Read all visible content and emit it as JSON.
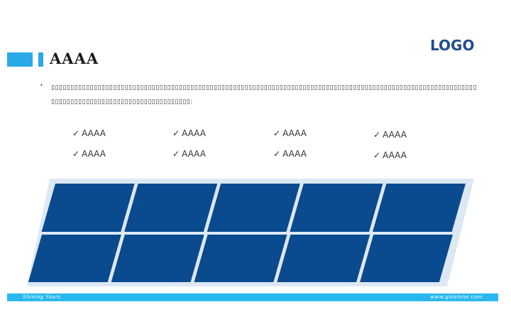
{
  "logo": "LOGO",
  "title": "AAAA",
  "paragraph": "▯▯▯▯▯▯▯▯▯▯▯▯▯▯▯▯▯▯▯▯▯▯▯▯▯▯▯▯▯▯▯▯▯▯▯▯▯▯▯▯▯▯▯▯▯▯▯▯▯▯▯▯▯▯▯▯▯▯▯▯▯▯▯▯▯▯▯▯▯▯▯▯▯▯▯▯▯▯▯▯▯▯▯▯▯▯▯▯▯▯▯▯▯▯▯▯▯▯▯▯▯▯▯▯▯▯▯▯▯▯▯▯▯▯▯▯▯▯▯▯▯▯▯▯▯▯▯▯▯▯▯▯▯▯▯▯▯▯▯▯▯▯▯▯▯▯:",
  "checklist": [
    {
      "label": "AAAA"
    },
    {
      "label": "AAAA"
    },
    {
      "label": "AAAA"
    },
    {
      "label": "AAAA"
    },
    {
      "label": "AAAA"
    },
    {
      "label": "AAAA"
    },
    {
      "label": "AAAA"
    },
    {
      "label": "AAAA"
    }
  ],
  "check_glyph": "✓",
  "colors": {
    "accent": "#29a9e6",
    "panel_bg": "#dde8f5",
    "cell": "#0a4a8e",
    "logo": "#1f4e8c"
  },
  "footer": {
    "left": "Shining Yours",
    "right": "www.gloshine.com"
  }
}
